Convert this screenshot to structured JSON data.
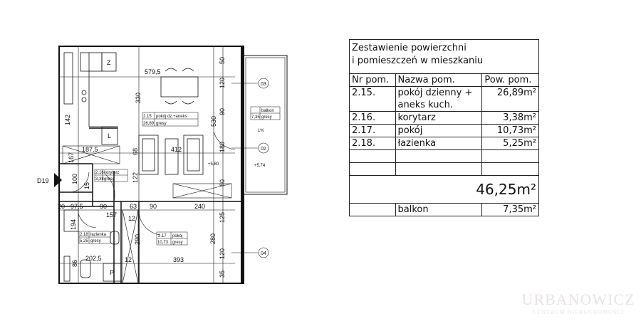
{
  "table": {
    "title_line1": "Zestawienie powierzchni",
    "title_line2": "i pomieszczeń w mieszkaniu",
    "headers": [
      "Nr pom.",
      "Nazwa pom.",
      "Pow. pom."
    ],
    "rows": [
      {
        "nr": "2.15.",
        "name": "pokój dzienny +",
        "name2": "aneks kuch.",
        "area": "26,89m²"
      },
      {
        "nr": "2.16.",
        "name": "korytarz",
        "area": "3,38m²"
      },
      {
        "nr": "2.17.",
        "name": "pokój",
        "area": "10,73m²"
      },
      {
        "nr": "2.18.",
        "name": "łazienka",
        "area": "5,25m²"
      }
    ],
    "total": "46,25m²",
    "balcony": {
      "name": "balkon",
      "area": "7,35m²"
    }
  },
  "plan": {
    "door_label": "D19",
    "dims": [
      "579,5",
      "330",
      "50",
      "120",
      "90",
      "530",
      "180",
      "142",
      "187,5",
      "412",
      "68",
      "167",
      "100",
      "15",
      "122",
      "80",
      "240",
      "20",
      "97,5",
      "90",
      "63",
      "90",
      "157",
      "12",
      "125",
      "194",
      "280",
      "280",
      "120",
      "202,5",
      "393",
      "86",
      "35",
      "12"
    ],
    "levels": [
      "+5,80",
      "+5,74"
    ],
    "slope": "1%",
    "axes": [
      "03",
      "02",
      "04"
    ],
    "fixtures": [
      "Z",
      "L",
      "P"
    ],
    "rooms": {
      "r215": {
        "nr": "2.15",
        "name": "pokój dz.+aneks",
        "area": "26,89",
        "floor": "gresy"
      },
      "r216": {
        "nr": "2.16",
        "name": "korytarz",
        "area": "3,38",
        "floor": "gresy"
      },
      "r217": {
        "nr": "2.17",
        "name": "pokój",
        "area": "10,73",
        "floor": "gresy"
      },
      "r218": {
        "nr": "2.18",
        "name": "łazienka",
        "area": "5,25",
        "floor": "gresy"
      },
      "balcony": {
        "name": "balkon",
        "area": "7,35",
        "floor": "gresy"
      }
    }
  },
  "watermark": {
    "brand": "URBANOWICZ",
    "tagline": "CENTRUM NIERUCHOMOŚCI"
  }
}
